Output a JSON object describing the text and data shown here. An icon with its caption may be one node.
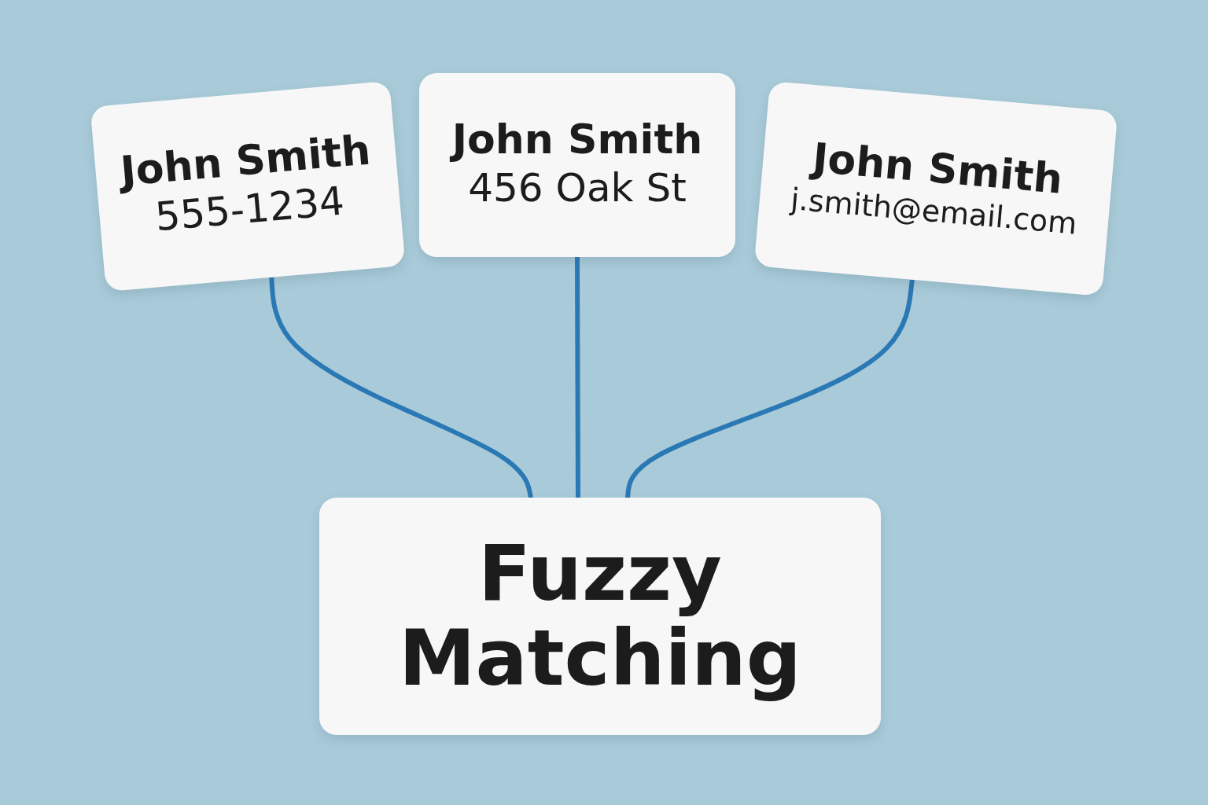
{
  "diagram": {
    "nodes": [
      {
        "text": [
          "John Smith",
          "555-1234"
        ]
      },
      {
        "text": [
          "John Smith",
          "456 Oak St"
        ]
      },
      {
        "text": [
          "John Smith",
          "j.smith@email.com"
        ]
      },
      {
        "text": [
          "Fuzzy Matching"
        ]
      }
    ],
    "edges": [
      {
        "from": 0,
        "to": 3,
        "arrow": "none"
      },
      {
        "from": 1,
        "to": 3,
        "arrow": "none"
      },
      {
        "from": 2,
        "to": 3,
        "arrow": "none"
      }
    ]
  }
}
